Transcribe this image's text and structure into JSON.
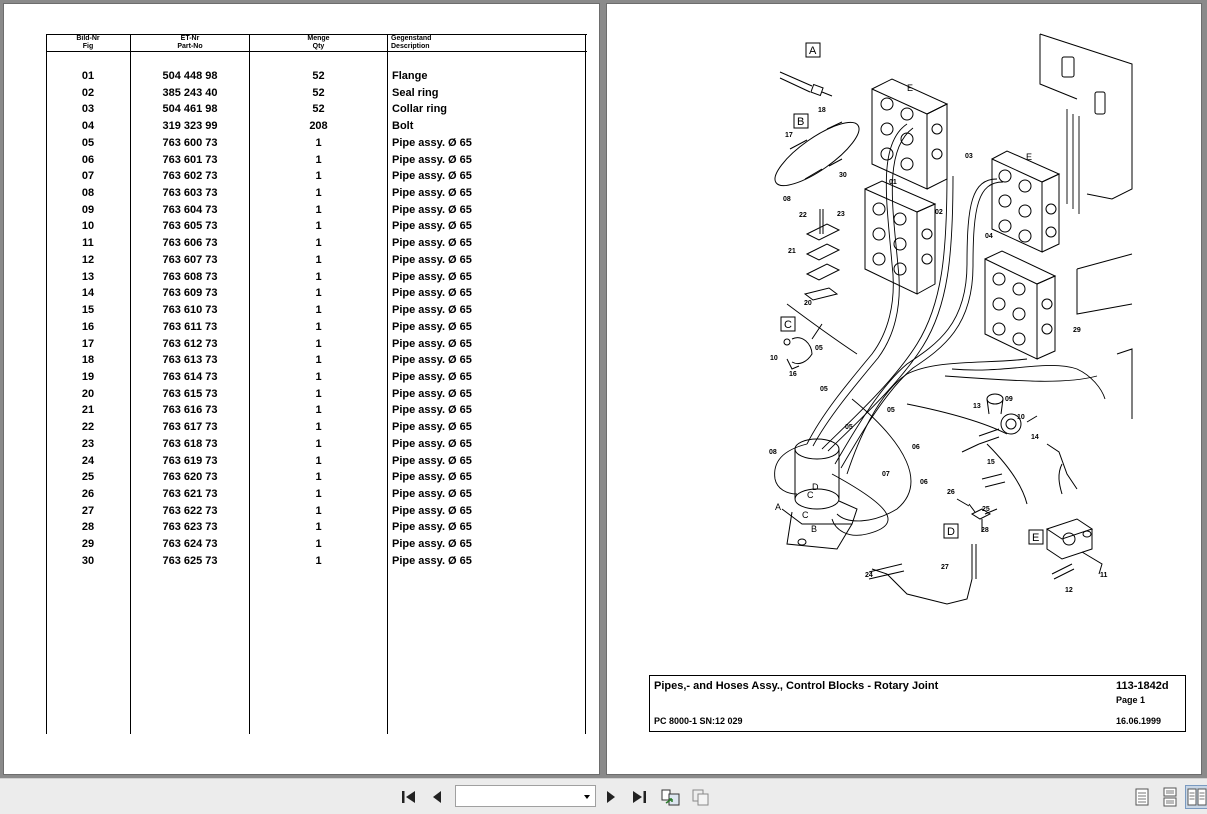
{
  "table": {
    "headers": {
      "fig_de": "Bild-Nr",
      "fig_en": "Fig",
      "part_de": "ET-Nr",
      "part_en": "Part-No",
      "qty_de": "Menge",
      "qty_en": "Qty",
      "desc_de": "Gegenstand",
      "desc_en": "Description"
    },
    "rows": [
      {
        "fig": "01",
        "part": "504 448 98",
        "qty": "52",
        "desc": "Flange"
      },
      {
        "fig": "02",
        "part": "385 243 40",
        "qty": "52",
        "desc": "Seal ring"
      },
      {
        "fig": "03",
        "part": "504 461 98",
        "qty": "52",
        "desc": "Collar ring"
      },
      {
        "fig": "04",
        "part": "319 323 99",
        "qty": "208",
        "desc": "Bolt"
      },
      {
        "fig": "05",
        "part": "763 600 73",
        "qty": "1",
        "desc": "Pipe assy. Ø 65"
      },
      {
        "fig": "06",
        "part": "763 601 73",
        "qty": "1",
        "desc": "Pipe assy. Ø 65"
      },
      {
        "fig": "07",
        "part": "763 602 73",
        "qty": "1",
        "desc": "Pipe assy. Ø 65"
      },
      {
        "fig": "08",
        "part": "763 603 73",
        "qty": "1",
        "desc": "Pipe assy. Ø 65"
      },
      {
        "fig": "09",
        "part": "763 604 73",
        "qty": "1",
        "desc": "Pipe assy. Ø 65"
      },
      {
        "fig": "10",
        "part": "763 605 73",
        "qty": "1",
        "desc": "Pipe assy. Ø 65"
      },
      {
        "fig": "11",
        "part": "763 606 73",
        "qty": "1",
        "desc": "Pipe assy. Ø 65"
      },
      {
        "fig": "12",
        "part": "763 607 73",
        "qty": "1",
        "desc": "Pipe assy. Ø 65"
      },
      {
        "fig": "13",
        "part": "763 608 73",
        "qty": "1",
        "desc": "Pipe assy. Ø 65"
      },
      {
        "fig": "14",
        "part": "763 609 73",
        "qty": "1",
        "desc": "Pipe assy. Ø 65"
      },
      {
        "fig": "15",
        "part": "763 610 73",
        "qty": "1",
        "desc": "Pipe assy. Ø 65"
      },
      {
        "fig": "16",
        "part": "763 611 73",
        "qty": "1",
        "desc": "Pipe assy. Ø 65"
      },
      {
        "fig": "17",
        "part": "763 612 73",
        "qty": "1",
        "desc": "Pipe assy. Ø 65"
      },
      {
        "fig": "18",
        "part": "763 613 73",
        "qty": "1",
        "desc": "Pipe assy. Ø 65"
      },
      {
        "fig": "19",
        "part": "763 614 73",
        "qty": "1",
        "desc": "Pipe assy. Ø 65"
      },
      {
        "fig": "20",
        "part": "763 615 73",
        "qty": "1",
        "desc": "Pipe assy. Ø 65"
      },
      {
        "fig": "21",
        "part": "763 616 73",
        "qty": "1",
        "desc": "Pipe assy. Ø 65"
      },
      {
        "fig": "22",
        "part": "763 617 73",
        "qty": "1",
        "desc": "Pipe assy. Ø 65"
      },
      {
        "fig": "23",
        "part": "763 618 73",
        "qty": "1",
        "desc": "Pipe assy. Ø 65"
      },
      {
        "fig": "24",
        "part": "763 619 73",
        "qty": "1",
        "desc": "Pipe assy. Ø 65"
      },
      {
        "fig": "25",
        "part": "763 620 73",
        "qty": "1",
        "desc": "Pipe assy. Ø 65"
      },
      {
        "fig": "26",
        "part": "763 621 73",
        "qty": "1",
        "desc": "Pipe assy. Ø 65"
      },
      {
        "fig": "27",
        "part": "763 622 73",
        "qty": "1",
        "desc": "Pipe assy. Ø 65"
      },
      {
        "fig": "28",
        "part": "763 623 73",
        "qty": "1",
        "desc": "Pipe assy. Ø 65"
      },
      {
        "fig": "29",
        "part": "763 624 73",
        "qty": "1",
        "desc": "Pipe assy. Ø 65"
      },
      {
        "fig": "30",
        "part": "763 625 73",
        "qty": "1",
        "desc": "Pipe assy. Ø 65"
      }
    ]
  },
  "drawing": {
    "callout_letters": [
      "A",
      "B",
      "C",
      "D",
      "E"
    ],
    "part_labels": [
      "01",
      "02",
      "03",
      "04",
      "05",
      "06",
      "07",
      "08",
      "09",
      "10",
      "11",
      "12",
      "13",
      "14",
      "15",
      "16",
      "17",
      "18",
      "20",
      "21",
      "22",
      "23",
      "24",
      "25",
      "26",
      "27",
      "28",
      "29",
      "30"
    ]
  },
  "title_block": {
    "title": "Pipes,- and Hoses Assy., Control Blocks - Rotary Joint",
    "doc_number": "113-1842d",
    "page": "Page 1",
    "model": "PC 8000-1 SN:12 029",
    "date": "16.06.1999"
  },
  "toolbar": {
    "page_select_value": "",
    "icons": [
      "first-page-icon",
      "previous-page-icon",
      "next-page-icon",
      "last-page-icon",
      "go-back-view-icon",
      "go-forward-view-icon",
      "single-page-view-icon",
      "continuous-view-icon",
      "facing-pages-view-icon"
    ]
  }
}
